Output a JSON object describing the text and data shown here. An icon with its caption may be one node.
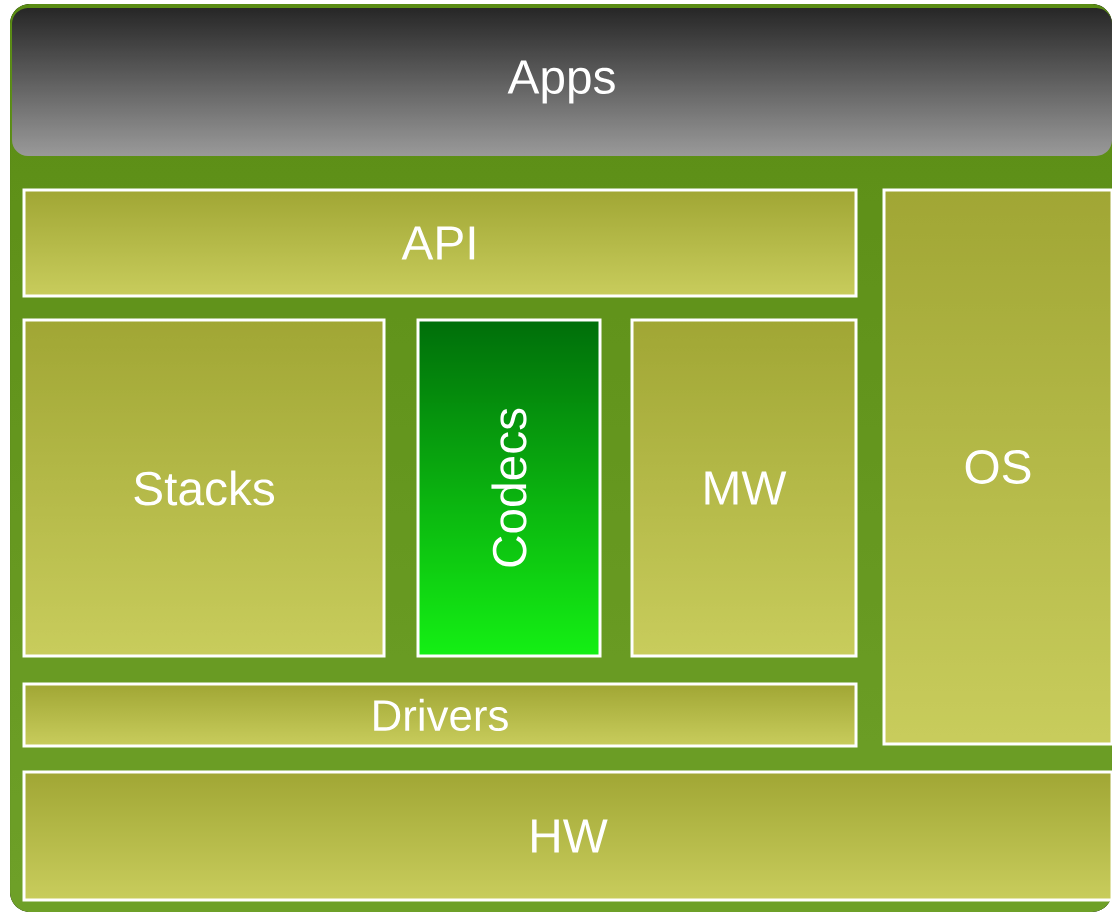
{
  "diagram": {
    "nodes": [
      {
        "text": [
          "Apps"
        ]
      },
      {
        "text": [
          "API"
        ]
      },
      {
        "text": [
          "OS"
        ]
      },
      {
        "text": [
          "Stacks"
        ]
      },
      {
        "text": [
          "Codecs"
        ]
      },
      {
        "text": [
          "MW"
        ]
      },
      {
        "text": [
          "Drivers"
        ]
      },
      {
        "text": [
          "HW"
        ]
      }
    ]
  }
}
